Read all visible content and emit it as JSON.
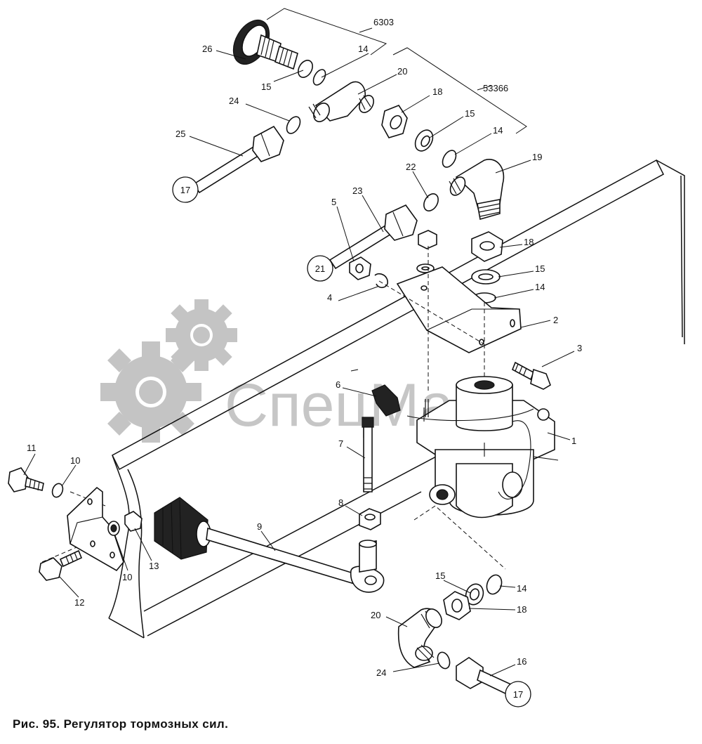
{
  "caption": "Рис. 95. Регулятор тормозных сил.",
  "watermark": {
    "text": "СпецМаш",
    "color": "#bdbdbd"
  },
  "labels": {
    "kit_6303": "6303",
    "kit_53366": "53366",
    "p1": "1",
    "p2": "2",
    "p3": "3",
    "p4": "4",
    "p5": "5",
    "p6": "6",
    "p7": "7",
    "p8": "8",
    "p9": "9",
    "p10a": "10",
    "p10b": "10",
    "p11": "11",
    "p12": "12",
    "p13": "13",
    "p14a": "14",
    "p14b": "14",
    "p14c": "14",
    "p14d": "14",
    "p15a": "15",
    "p15b": "15",
    "p15c": "15",
    "p15d": "15",
    "p16": "16",
    "p17a": "17",
    "p17b": "17",
    "p18a": "18",
    "p18b": "18",
    "p18c": "18",
    "p19": "19",
    "p20a": "20",
    "p20b": "20",
    "p21": "21",
    "p22": "22",
    "p23": "23",
    "p24a": "24",
    "p24b": "24",
    "p25": "25",
    "p26": "26"
  }
}
